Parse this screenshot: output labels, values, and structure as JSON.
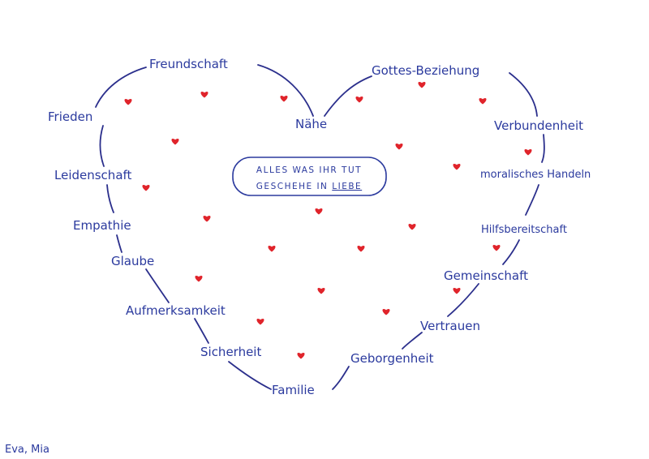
{
  "center": {
    "line1": "ALLES WAS IHR TUT",
    "line2_prefix": "GESCHEHE IN ",
    "line2_highlight": "LIEBE"
  },
  "words": {
    "freundschaft": "Freundschaft",
    "gottes_beziehung": "Gottes-Beziehung",
    "frieden": "Frieden",
    "naehe": "Nähe",
    "verbundenheit": "Verbundenheit",
    "leidenschaft": "Leidenschaft",
    "moralisches_handeln": "moralisches Handeln",
    "empathie": "Empathie",
    "hilfsbereitschaft": "Hilfsbereitschaft",
    "glaube": "Glaube",
    "gemeinschaft": "Gemeinschaft",
    "aufmerksamkeit": "Aufmerksamkeit",
    "vertrauen": "Vertrauen",
    "sicherheit": "Sicherheit",
    "geborgenheit": "Geborgenheit",
    "familie": "Familie"
  },
  "authors": "Eva, Mia",
  "colors": {
    "ink": "#2b3a9e",
    "hearts": "#e0242b"
  }
}
